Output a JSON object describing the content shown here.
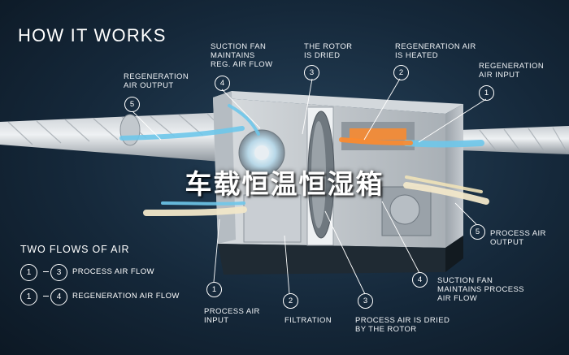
{
  "header": {
    "title": "HOW IT WORKS"
  },
  "overlay_text": "车载恒温恒湿箱",
  "labels": {
    "suction_fan_reg": "SUCTION FAN\nMAINTAINS\nREG. AIR FLOW",
    "rotor_dried": "THE ROTOR\nIS DRIED",
    "regen_heated": "REGENERATION AIR\nIS HEATED",
    "regen_input": "REGENERATION\nAIR INPUT",
    "regen_output": "REGENERATION\nAIR OUTPUT",
    "process_output": "PROCESS AIR\nOUTPUT",
    "suction_fan_proc": "SUCTION FAN\nMAINTAINS PROCESS\nAIR FLOW",
    "process_input": "PROCESS AIR\nINPUT",
    "filtration": "FILTRATION",
    "process_dried": "PROCESS AIR IS DRIED\nBY THE ROTOR"
  },
  "badges": {
    "b_suction_reg": "4",
    "b_rotor": "3",
    "b_regen_heated": "2",
    "b_regen_input": "1",
    "b_regen_output": "5",
    "b_process_output": "5",
    "b_suction_proc": "4",
    "b_process_input": "1",
    "b_filtration": "2",
    "b_process_dried": "3"
  },
  "legend": {
    "title": "TWO FLOWS OF AIR",
    "rows": [
      {
        "from": "1",
        "to": "3",
        "label": "PROCESS AIR FLOW"
      },
      {
        "from": "1",
        "to": "4",
        "label": "REGENERATION AIR FLOW"
      }
    ]
  },
  "colors": {
    "background": "#15283a",
    "regeneration_flow": "#6ec6ea",
    "process_flow": "#f1e7c9",
    "heated_air": "#ff8a2a"
  }
}
